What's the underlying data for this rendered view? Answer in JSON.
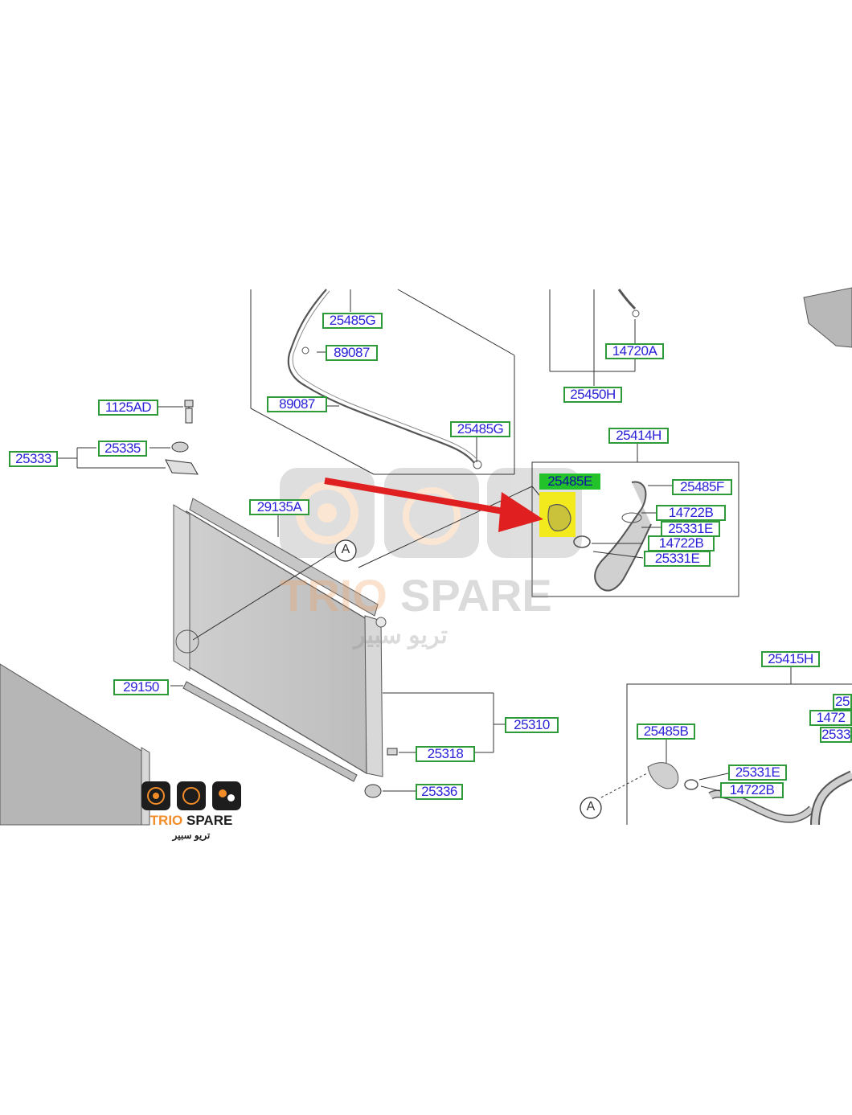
{
  "part_tags": [
    {
      "id": "25485E",
      "highlight": true
    },
    {
      "id": "25485G"
    },
    {
      "id": "89087"
    },
    {
      "id": "89087"
    },
    {
      "id": "14720A"
    },
    {
      "id": "25450H"
    },
    {
      "id": "1125AD"
    },
    {
      "id": "25333"
    },
    {
      "id": "25335"
    },
    {
      "id": "25485G"
    },
    {
      "id": "25414H"
    },
    {
      "id": "25485F"
    },
    {
      "id": "14722B"
    },
    {
      "id": "25331E"
    },
    {
      "id": "14722B"
    },
    {
      "id": "25331E"
    },
    {
      "id": "29135A"
    },
    {
      "id": "29150"
    },
    {
      "id": "25310"
    },
    {
      "id": "25318"
    },
    {
      "id": "25336"
    },
    {
      "id": "25415H"
    },
    {
      "id": "25485B"
    },
    {
      "id": "25331E"
    },
    {
      "id": "14722B"
    },
    {
      "id": "25"
    },
    {
      "id": "1472"
    },
    {
      "id": "2533"
    }
  ],
  "callouts": [
    "A",
    "A"
  ],
  "watermark": {
    "latin_1": "TRIO",
    "latin_2": "SPARE",
    "arabic": "تريو سبير"
  },
  "logo": {
    "word_1": "TRIO",
    "word_2": "SPARE",
    "arabic": "تريو سبير"
  },
  "colors": {
    "tag_text": "#2a22d6",
    "tag_border": "#2f9a3a",
    "highlight_tag": "#22c22a",
    "highlight_part": "#f2ea1c",
    "arrow": "#e02020",
    "brand_orange": "#f28c28"
  },
  "icons": {
    "arrow": "red-pointer-arrow",
    "logo": "trio-spare-gauge-icons"
  }
}
